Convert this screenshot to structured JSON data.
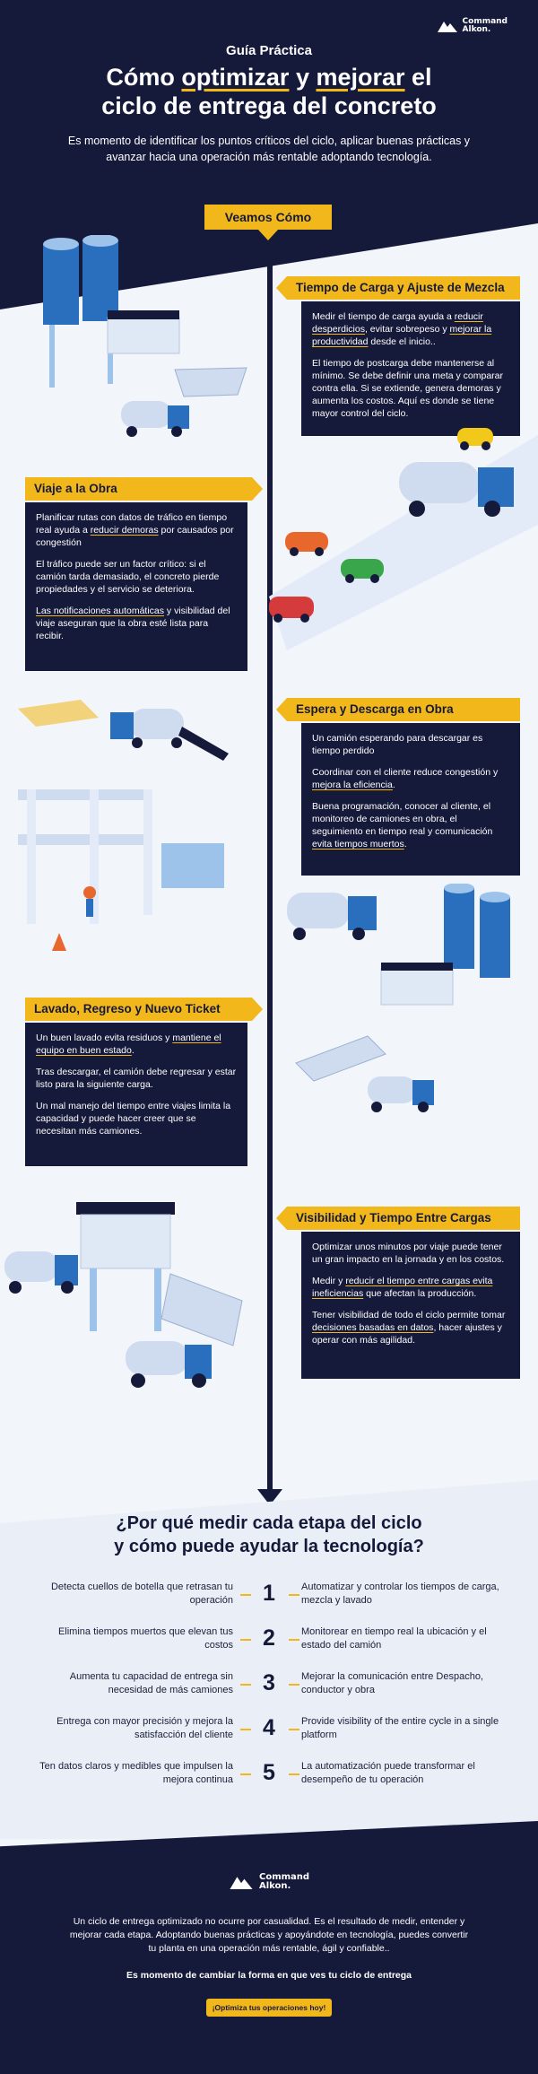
{
  "brand": {
    "name_line1": "Command",
    "name_line2": "Alkon."
  },
  "header": {
    "kicker": "Guía Práctica",
    "title_pre": "Cómo ",
    "title_u1": "optimizar",
    "title_mid": " y ",
    "title_u2": "mejorar",
    "title_post": " el",
    "title_line2": "ciclo de entrega del concreto",
    "subtitle": "Es momento de identificar los puntos críticos del ciclo, aplicar buenas prácticas y avanzar hacia una operación más rentable adoptando tecnología."
  },
  "cta_top": "Veamos Cómo",
  "colors": {
    "navy": "#15193a",
    "yellow": "#f2b81b",
    "light": "#e9eef7",
    "blue": "#2a6fbd"
  },
  "steps": [
    {
      "label": "Tiempo de Carga y Ajuste de Mezcla",
      "p1_pre": "Medir el tiempo de carga ayuda a ",
      "p1_hl1": "reducir desperdicios",
      "p1_mid": ", evitar sobrepeso y ",
      "p1_hl2": "mejorar la productividad",
      "p1_post": " desde el inicio..",
      "p2": "El tiempo de postcarga debe mantenerse al mínimo. Se debe definir una meta y comparar contra ella. Si se extiende, genera demoras y aumenta los costos. Aquí es donde se tiene mayor control del ciclo."
    },
    {
      "label": "Viaje a la Obra",
      "p1_pre": "Planificar rutas con datos de tráfico en tiempo real ayuda a ",
      "p1_hl": "reducir demoras",
      "p1_post": " por causados por congestión",
      "p2": "El tráfico puede ser un factor crítico: si el camión tarda demasiado, el concreto pierde propiedades y el servicio se deteriora.",
      "p3_hl": "Las notificaciones automáticas",
      "p3_post": " y visibilidad del viaje aseguran que la obra esté lista para recibir."
    },
    {
      "label": "Espera y Descarga en Obra",
      "p1": "Un camión esperando para descargar es tiempo perdido",
      "p2_pre": "Coordinar con el cliente reduce congestión y ",
      "p2_hl": "mejora la eficiencia",
      "p2_post": ".",
      "p3_pre": "Buena programación, conocer al cliente, el monitoreo de camiones en obra, el seguimiento en tiempo real y comunicación ",
      "p3_hl": "evita tiempos muertos",
      "p3_post": "."
    },
    {
      "label": "Lavado, Regreso y Nuevo Ticket",
      "p1_pre": "Un buen lavado evita residuos y ",
      "p1_hl": "mantiene el equipo en buen estado",
      "p1_post": ".",
      "p2": "Tras descargar, el camión debe regresar y estar listo para la siguiente carga.",
      "p3": "Un mal manejo del tiempo entre viajes limita la capacidad y puede hacer creer que se necesitan más camiones."
    },
    {
      "label": "Visibilidad y Tiempo Entre Cargas",
      "p1": "Optimizar unos minutos por viaje puede tener un gran impacto en la jornada y en los costos.",
      "p2_pre": "Medir y ",
      "p2_hl": "reducir el tiempo entre cargas evita ineficiencias",
      "p2_post": " que afectan la producción.",
      "p3_pre": "Tener visibilidad de todo el ciclo permite tomar ",
      "p3_hl": "decisiones basadas en datos",
      "p3_post": ", hacer ajustes y operar con más agilidad."
    }
  ],
  "why": {
    "title_line1": "¿Por qué medir cada etapa del ciclo",
    "title_line2": "y cómo puede ayudar la tecnología?",
    "rows": [
      {
        "left": "Detecta cuellos de botella que retrasan tu operación",
        "num": "1",
        "right": "Automatizar y controlar los tiempos de carga, mezcla y lavado"
      },
      {
        "left": "Elimina tiempos muertos que elevan tus costos",
        "num": "2",
        "right": "Monitorear en tiempo real la ubicación y el estado del camión"
      },
      {
        "left": "Aumenta tu capacidad de entrega sin necesidad de más camiones",
        "num": "3",
        "right": "Mejorar la comunicación entre Despacho, conductor y obra"
      },
      {
        "left": "Entrega con mayor precisión y mejora la satisfacción del cliente",
        "num": "4",
        "right": "Provide visibility of the entire cycle in a single platform"
      },
      {
        "left": "Ten datos claros y medibles que impulsen la mejora continua",
        "num": "5",
        "right": "La automatización puede transformar el desempeño de tu operación"
      }
    ]
  },
  "footer": {
    "text": "Un ciclo de entrega optimizado no ocurre por casualidad. Es el resultado de medir, entender y mejorar cada etapa. Adoptando buenas prácticas y apoyándote en tecnología, puedes convertir tu planta en una operación más rentable, ágil y confiable..",
    "bold": "Es momento de cambiar la forma en que ves tu ciclo de entrega",
    "button": "¡Optimiza tus operaciones hoy!"
  }
}
